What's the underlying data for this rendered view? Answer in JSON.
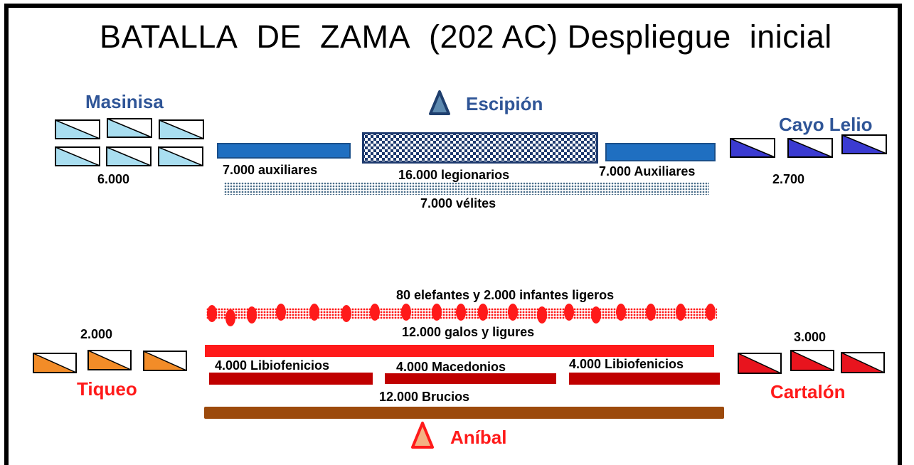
{
  "title": {
    "part1": "BATALLA",
    "part2": "DE",
    "part3": "ZAMA",
    "part4": "(202 AC) Despliegue",
    "part5": "inicial"
  },
  "roman": {
    "commander": "Escipión",
    "left_cavalry": {
      "commander": "Masinisa",
      "count": "6.000"
    },
    "right_cavalry": {
      "commander": "Cayo Lelio",
      "count": "2.700"
    },
    "left_auxiliaries": "7.000 auxiliares",
    "legionaries": "16.000 legionarios",
    "right_auxiliaries": "7.000 Auxiliares",
    "velites": "7.000 vélites"
  },
  "carthaginian": {
    "commander": "Aníbal",
    "elephants": "80 elefantes y  2.000 infantes ligeros",
    "gauls": "12.000 galos y ligures",
    "libyphoenicians_left": "4.000  Libiofenicios",
    "macedonians": "4.000  Macedonios",
    "libyphoenicians_right": "4.000  Libiofenicios",
    "bruttians": "12.000 Brucios",
    "left_cavalry": {
      "commander": "Tiqueo",
      "count": "2.000"
    },
    "right_cavalry": {
      "commander": "Cartalón",
      "count": "3.000"
    }
  },
  "colors": {
    "masinisa": "#a9def0",
    "lelio": "#3b3bd1",
    "auxiliaries": "#1f6fc1",
    "legion": "#1e3a6e",
    "velites": "#4a6e8a",
    "elephants": "#ff1a1a",
    "gauls": "#ff1a1a",
    "infantry": "#c00000",
    "bruttians": "#9c4a0c",
    "tiqueo": "#f28c28",
    "cartalon": "#e8141e",
    "roman_text": "#2f5597",
    "carthage_text": "#ff1a1a"
  }
}
